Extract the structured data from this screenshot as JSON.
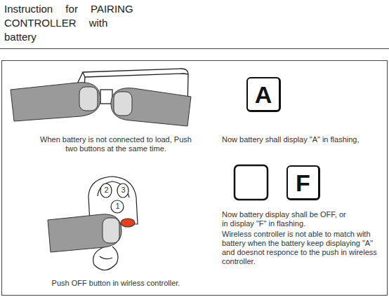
{
  "diagram": {
    "title": "Instruction for PAIRING CONTROLLER with battery",
    "nodes": [
      {
        "text": [
          "A"
        ]
      },
      {
        "text": [
          "F"
        ]
      }
    ],
    "labels": [
      "When battery is not connected to load, Push two buttons at the same time.",
      "Now battery shall display \"A\" in flashing,",
      "2",
      "3",
      "1",
      "Now battery display shall be OFF, or in display \"F\" in flashing.",
      "Wireless controller is not able to match with battery when the battery keep displaying \"A\" and doesnot responce to the push in wireless controller.",
      "Push OFF button in wirless controller."
    ]
  }
}
